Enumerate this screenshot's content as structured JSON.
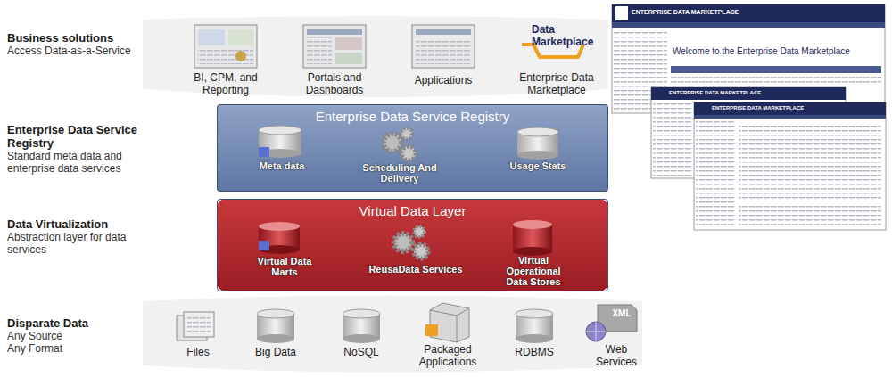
{
  "diagram": {
    "nodes": [
      {
        "text": [
          "Enterprise Data Service Registry"
        ]
      },
      {
        "text": [
          "Meta data"
        ],
        "in": 0
      },
      {
        "text": [
          "Scheduling And Delivery"
        ],
        "in": 0
      },
      {
        "text": [
          "Usage Stats"
        ],
        "in": 0
      },
      {
        "text": [
          "Virtual Data Layer"
        ]
      },
      {
        "text": [
          "Virtual Data Marts"
        ],
        "in": 4
      },
      {
        "text": [
          "ReusaData Services"
        ],
        "in": 4
      },
      {
        "text": [
          "Virtual Operational Data Stores"
        ],
        "in": 4
      }
    ],
    "labels": [
      "Business solutions",
      "Access Data-as-a-Service",
      "Enterprise Data Service Registry",
      "Standard meta data and enterprise data services",
      "Data Virtualization",
      "Abstraction layer for data services",
      "Disparate Data",
      "Any Source Any Format",
      "BI, CPM, and Reporting",
      "Portals and Dashboards",
      "Applications",
      "Data Marketplace",
      "Enterprise Data Marketplace",
      "Files",
      "Big Data",
      "NoSQL",
      "Packaged Applications",
      "RDBMS",
      "Web Services",
      "XML",
      "ENTERPRISE DATA MARKETPLACE",
      "Welcome to the Enterprise Data Marketplace",
      "ENTERPRISE DATA MARKETPLACE",
      "ENTERPRISE DATA MARKETPLACE"
    ]
  }
}
